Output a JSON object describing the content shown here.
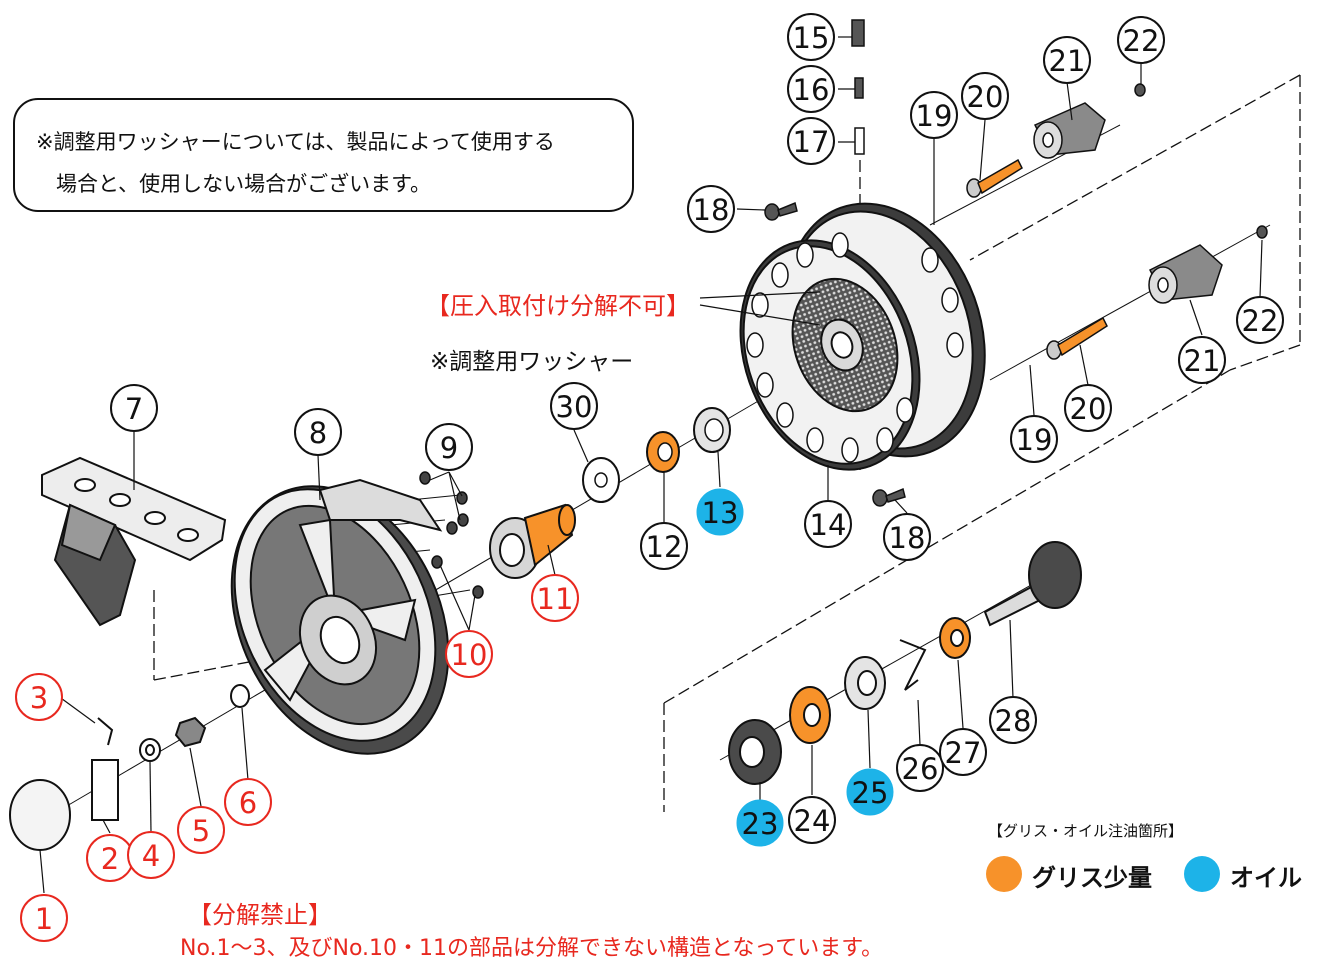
{
  "note": {
    "line1": "※調整用ワッシャーについては、製品によって使用する",
    "line2": "場合と、使用しない場合がございます。"
  },
  "press_fit_label": "【圧入取付け分解不可】",
  "washer_label": "※調整用ワッシャー",
  "disassembly": {
    "title": "【分解禁止】",
    "text": "No.1～3、及びNo.10・11の部品は分解できない構造となっています。"
  },
  "legend": {
    "title": "【グリス・オイル注油箇所】",
    "grease_label": "グリス少量",
    "oil_label": "オイル",
    "grease_color": "#f7922a",
    "oil_color": "#1db3e8"
  },
  "parts": [
    {
      "id": "1",
      "style": "red"
    },
    {
      "id": "2",
      "style": "red"
    },
    {
      "id": "3",
      "style": "red"
    },
    {
      "id": "4",
      "style": "red"
    },
    {
      "id": "5",
      "style": "red"
    },
    {
      "id": "6",
      "style": "red"
    },
    {
      "id": "7",
      "style": "black"
    },
    {
      "id": "8",
      "style": "black"
    },
    {
      "id": "9",
      "style": "black"
    },
    {
      "id": "10",
      "style": "red"
    },
    {
      "id": "11",
      "style": "red"
    },
    {
      "id": "12",
      "style": "black"
    },
    {
      "id": "13",
      "style": "oil"
    },
    {
      "id": "14",
      "style": "black"
    },
    {
      "id": "15",
      "style": "black"
    },
    {
      "id": "16",
      "style": "black"
    },
    {
      "id": "17",
      "style": "black"
    },
    {
      "id": "18",
      "style": "black"
    },
    {
      "id": "18",
      "style": "black"
    },
    {
      "id": "19",
      "style": "black"
    },
    {
      "id": "19",
      "style": "black"
    },
    {
      "id": "20",
      "style": "black"
    },
    {
      "id": "20",
      "style": "black"
    },
    {
      "id": "21",
      "style": "black"
    },
    {
      "id": "21",
      "style": "black"
    },
    {
      "id": "22",
      "style": "black"
    },
    {
      "id": "22",
      "style": "black"
    },
    {
      "id": "23",
      "style": "oil"
    },
    {
      "id": "24",
      "style": "black"
    },
    {
      "id": "25",
      "style": "oil"
    },
    {
      "id": "26",
      "style": "black"
    },
    {
      "id": "27",
      "style": "black"
    },
    {
      "id": "28",
      "style": "black"
    },
    {
      "id": "30",
      "style": "black"
    }
  ]
}
